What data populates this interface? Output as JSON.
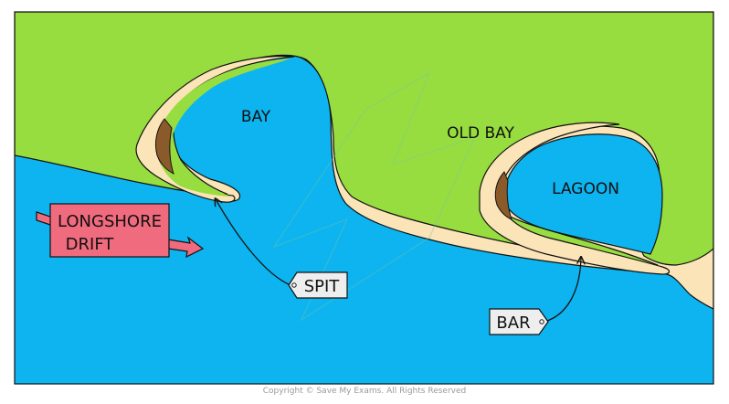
{
  "labels": {
    "bay": "BAY",
    "old_bay": "OLD BAY",
    "lagoon": "LAGOON",
    "longshore_line1": "LONGSHORE",
    "longshore_line2": "DRIFT",
    "spit": "SPIT",
    "bar": "BAR"
  },
  "copyright": "Copyright © Save My Exams. All Rights Reserved",
  "colors": {
    "land": "#98dd3f",
    "sea": "#0db4ef",
    "beach": "#fae4b8",
    "cliff": "#8b5a2b",
    "drift_box": "#f06b7e",
    "tag_fill": "#eeeeee",
    "outline": "#111111"
  },
  "icons": {
    "drift_arrow": "arrow-right-icon",
    "pointer": "arrow-pointer-icon"
  }
}
